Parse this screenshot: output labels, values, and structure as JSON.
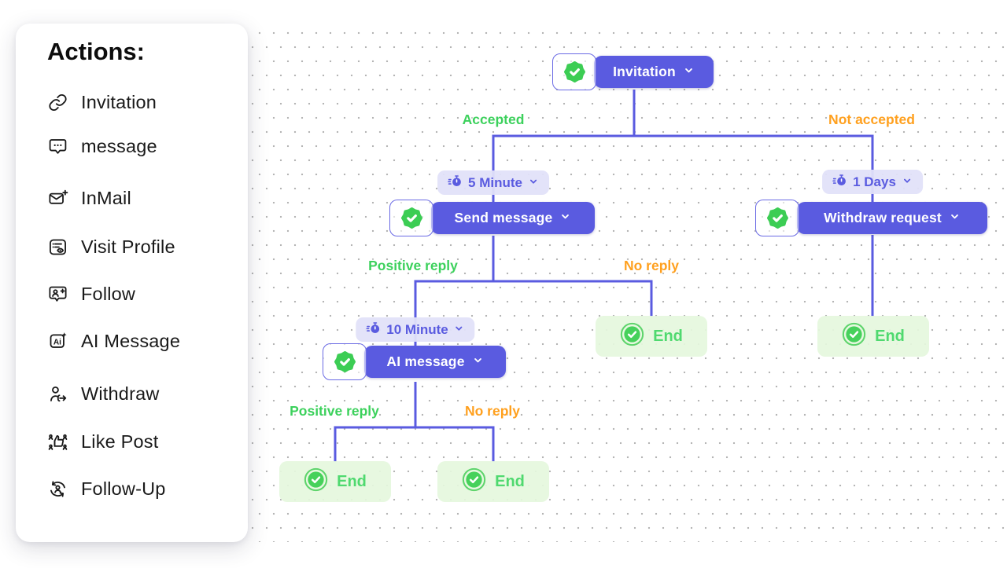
{
  "panel": {
    "title": "Actions:",
    "items": [
      {
        "label": "Invitation",
        "icon": "link-icon"
      },
      {
        "label": "message",
        "icon": "chat-dots-icon"
      },
      {
        "label": "InMail",
        "icon": "mail-plus-icon"
      },
      {
        "label": "Visit Profile",
        "icon": "profile-list-icon"
      },
      {
        "label": "Follow",
        "icon": "user-plus-bubble-icon"
      },
      {
        "label": "AI Message",
        "icon": "ai-sparkle-icon"
      },
      {
        "label": "Withdraw",
        "icon": "user-withdraw-icon"
      },
      {
        "label": "Like Post",
        "icon": "like-post-icon"
      },
      {
        "label": "Follow-Up",
        "icon": "follow-up-cycle-icon"
      }
    ]
  },
  "flow": {
    "nodes": {
      "invitation": {
        "label": "Invitation"
      },
      "send_message": {
        "label": "Send message"
      },
      "ai_message": {
        "label": "AI message"
      },
      "withdraw_request": {
        "label": "Withdraw request"
      }
    },
    "delays": {
      "after_accepted": "5 Minute",
      "after_positive_reply": "10 Minute",
      "after_not_accepted": "1 Days"
    },
    "edge_labels": {
      "accepted": "Accepted",
      "not_accepted": "Not accepted",
      "positive_reply_send": "Positive reply",
      "no_reply_send": "No reply",
      "positive_reply_ai": "Positive reply",
      "no_reply_ai": "No reply"
    },
    "ends": [
      "End",
      "End",
      "End",
      "End"
    ],
    "colors": {
      "node_indigo": "#5a5be0",
      "connector": "#5a5be0",
      "chip_bg": "#e2e2f9",
      "badge_green": "#3ccd54",
      "positive_label_green": "#3cd15c",
      "negative_label_orange": "#ffa01e",
      "end_bg": "#e6f7e0",
      "end_text_green": "#4fd96f"
    }
  }
}
